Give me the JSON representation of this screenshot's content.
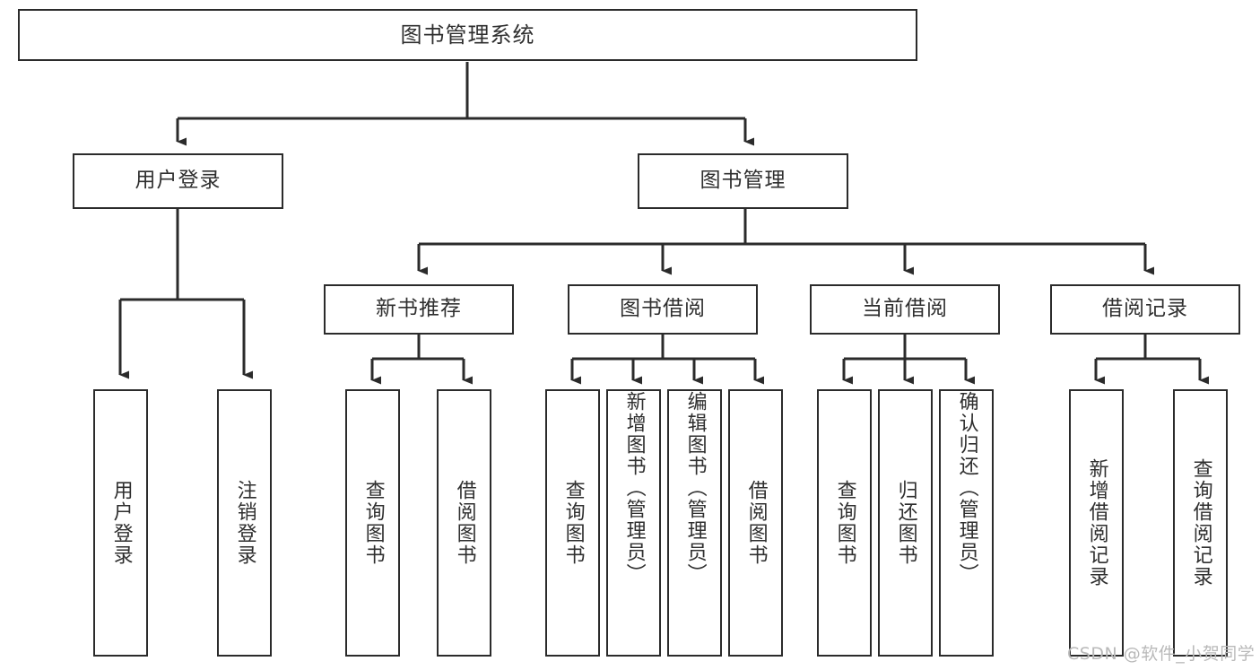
{
  "diagram": {
    "type": "tree-hierarchy-chart",
    "title": "图书管理系统",
    "line_color": "#2b2b2b",
    "box_fill": "#ffffff",
    "text_color": "#2f2f2f",
    "root": {
      "id": "root",
      "label": "图书管理系统"
    },
    "level2": [
      {
        "id": "user-login",
        "label": "用户登录"
      },
      {
        "id": "book-manage",
        "label": "图书管理"
      }
    ],
    "level3": [
      {
        "id": "new-book-recommend",
        "label": "新书推荐",
        "parent": "book-manage"
      },
      {
        "id": "book-borrow",
        "label": "图书借阅",
        "parent": "book-manage"
      },
      {
        "id": "current-borrow",
        "label": "当前借阅",
        "parent": "book-manage"
      },
      {
        "id": "borrow-record",
        "label": "借阅记录",
        "parent": "book-manage"
      }
    ],
    "leaves": {
      "user-login": [
        {
          "id": "leaf-user-login",
          "label": "用户登录",
          "align": "center"
        },
        {
          "id": "leaf-user-logout",
          "label": "注销登录",
          "align": "center"
        }
      ],
      "new-book-recommend": [
        {
          "id": "leaf-query-book-1",
          "label": "查询图书",
          "align": "center"
        },
        {
          "id": "leaf-borrow-book-1",
          "label": "借阅图书",
          "align": "center"
        }
      ],
      "book-borrow": [
        {
          "id": "leaf-query-book-2",
          "label": "查询图书",
          "align": "center"
        },
        {
          "id": "leaf-add-book",
          "label": "新增图书（管理员）",
          "align": "top"
        },
        {
          "id": "leaf-edit-book",
          "label": "编辑图书（管理员）",
          "align": "top"
        },
        {
          "id": "leaf-borrow-book-2",
          "label": "借阅图书",
          "align": "center"
        }
      ],
      "current-borrow": [
        {
          "id": "leaf-query-book-3",
          "label": "查询图书",
          "align": "center"
        },
        {
          "id": "leaf-return-book",
          "label": "归还图书",
          "align": "center"
        },
        {
          "id": "leaf-confirm-return",
          "label": "确认归还（管理员）",
          "align": "top"
        }
      ],
      "borrow-record": [
        {
          "id": "leaf-add-record",
          "label": "新增借阅记录",
          "align": "center"
        },
        {
          "id": "leaf-query-record",
          "label": "查询借阅记录",
          "align": "center"
        }
      ]
    }
  },
  "watermark": {
    "text": "CSDN @软件_小贺同学"
  }
}
